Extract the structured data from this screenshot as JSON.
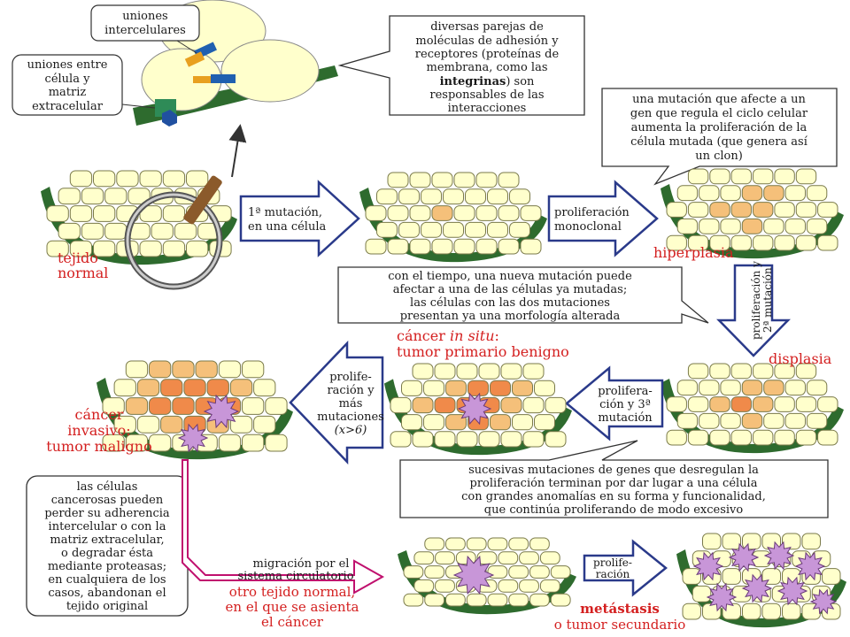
{
  "labels": {
    "uniones_intercelulares": [
      "uniones",
      "intercelulares"
    ],
    "uniones_matriz": [
      "uniones entre",
      "célula y",
      "matriz",
      "extracelular"
    ],
    "adhesion": [
      [
        "diversas parejas de"
      ],
      [
        "moléculas de adhesión y"
      ],
      [
        "receptores (proteínas de"
      ],
      [
        "membrana, como las"
      ],
      [
        "integrinas",
        ") son"
      ],
      [
        "responsables de las"
      ],
      [
        "interacciones"
      ]
    ],
    "mutacion_gen": [
      "una mutación que afecte a un",
      "gen que regula el ciclo celular",
      "aumenta la proliferación de la",
      "célula mutada (que genera así",
      "un clon)"
    ],
    "tejido_normal": [
      "tejido",
      "normal"
    ],
    "primera_mutacion": [
      "1ª mutación,",
      "en una célula"
    ],
    "proliferacion_monoclonal": [
      "proliferación",
      "monoclonal"
    ],
    "hiperplasia": "hiperplasia",
    "nueva_mutacion": [
      "con el tiempo, una nueva mutación puede",
      "afectar a una de las células ya mutadas;",
      "las células con las dos mutaciones",
      "presentan ya una morfología alterada"
    ],
    "proliferacion_2a": [
      "proliferación y",
      "2ª mutación"
    ],
    "displasia": "displasia",
    "cancer_in_situ": [
      "cáncer ",
      "in situ",
      ":"
    ],
    "tumor_benigno": "tumor primario benigno",
    "proliferacion_3a": [
      "prolifera-",
      "ción y 3ª",
      "mutación"
    ],
    "proliferacion_mas": [
      "prolife-",
      "ración y",
      "más",
      "mutaciones",
      "(x>6)"
    ],
    "cancer_invasivo": [
      "cáncer",
      "invasivo:",
      "tumor maligno"
    ],
    "sucesivas": [
      "sucesivas mutaciones de genes que desregulan la",
      "proliferación terminan por dar lugar a una célula",
      "con grandes anomalías en su forma y funcionalidad,",
      "que continúa proliferando de modo excesivo"
    ],
    "adherencia": [
      "las células",
      "cancerosas pueden",
      "perder su adherencia",
      "intercelular o con la",
      "matriz extracelular,",
      "o degradar ésta",
      "mediante proteasas;",
      "en cualquiera de los",
      "casos, abandonan el",
      "tejido original"
    ],
    "migracion": [
      "migración por el",
      "sistema circulatorio"
    ],
    "otro_tejido": [
      "otro tejido normal,",
      "en el que se asienta",
      "el cáncer"
    ],
    "proliferacion": [
      "prolife-",
      "ración"
    ],
    "metastasis": [
      "metástasis",
      "o tumor secundario"
    ]
  },
  "colors": {
    "normal_cell": "#ffffcc",
    "mutated_cell": "#f5c07a",
    "mutated_cell2": "#f08a4a",
    "cancer_cell": "#c896d8",
    "stroma": "#2e6b2e",
    "label_red": "#d42020",
    "arrow_magenta": "#c0106e"
  }
}
